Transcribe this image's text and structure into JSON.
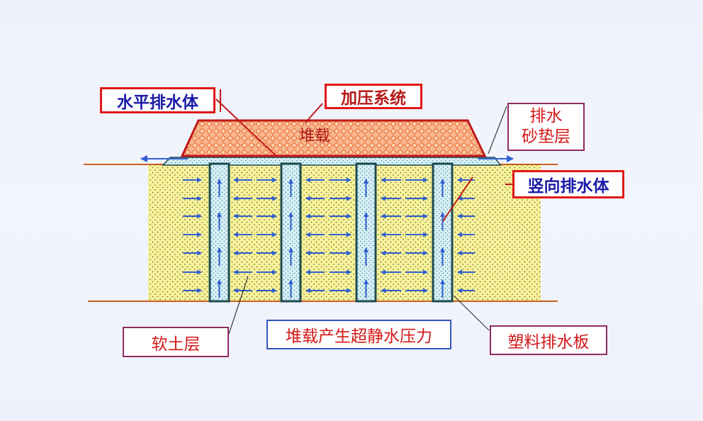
{
  "labels": {
    "horizontal_drain": "水平排水体",
    "pressure_system": "加压系统",
    "load": "堆载",
    "sand_cushion_line1": "排水",
    "sand_cushion_line2": "砂垫层",
    "vertical_drain": "竖向排水体",
    "soft_soil": "软土层",
    "pore_pressure": "堆载产生超静水压力",
    "plastic_board": "塑料排水板"
  },
  "colors": {
    "background": "#eef1fb",
    "soil_fill": "#f7f29a",
    "drain_fill": "#d5f0f7",
    "drain_border": "#1d4a50",
    "load_fill": "#f7a77a",
    "load_border": "#c01818",
    "ground_line": "#c8601e",
    "arrow": "#2f5fd0",
    "label_blue_text": "#1a1aa8",
    "label_red_text": "#d41818"
  },
  "icons": {
    "flow_arrows": "arrow-right, arrow-left, arrow-up",
    "leader_lines": "callout-line"
  }
}
